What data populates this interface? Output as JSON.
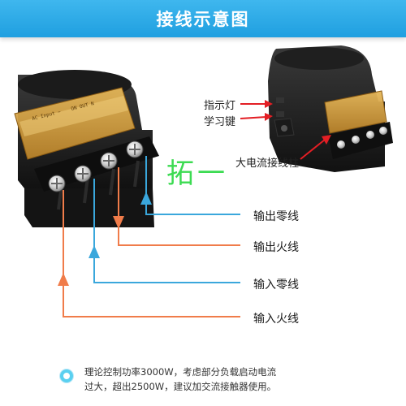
{
  "header": {
    "title": "接线示意图"
  },
  "device_labels": {
    "indicator": "指示灯",
    "learn_button": "学习键",
    "terminal": "大电流接线柱"
  },
  "wires": [
    {
      "label": "输出零线",
      "color": "#3aa7dc"
    },
    {
      "label": "输出火线",
      "color": "#f07c4a"
    },
    {
      "label": "输入零线",
      "color": "#3aa7dc"
    },
    {
      "label": "输入火线",
      "color": "#f07c4a"
    }
  ],
  "watermark": "拓一",
  "note": {
    "line1": "理论控制功率3000W，考虑部分负载启动电流",
    "line2": "过大，超出2500W，建议加交流接触器使用。"
  },
  "colors": {
    "header": "#27a7e6",
    "accent_blue": "#3aa7dc",
    "accent_orange": "#f07c4a",
    "callout_red": "#e31e24"
  }
}
